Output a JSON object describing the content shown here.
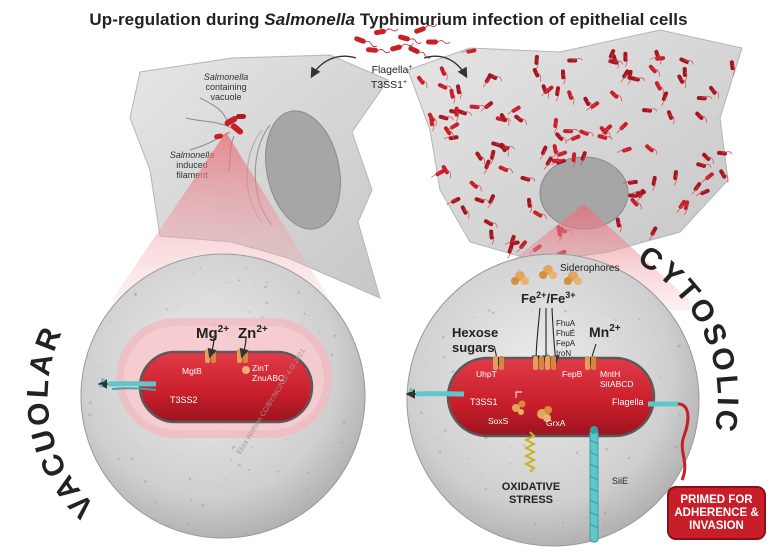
{
  "title": {
    "prefix": "Up-regulation during ",
    "italic": "Salmonella",
    "suffix": " Typhimurium infection of epithelial cells"
  },
  "top": {
    "flagella_label": "Flagella",
    "flagella_sup": "+",
    "t3ss1_label": "T3SS1",
    "t3ss1_sup": "+"
  },
  "left_cell": {
    "scv_italic": "Salmonella",
    "scv_line2": "containing",
    "scv_line3": "vacuole",
    "sif_italic": "Salmonella",
    "sif_line2": "induced",
    "sif_line3": "filament"
  },
  "vacuolar": {
    "heading": "VACUOLAR",
    "mg_ion": "Mg",
    "mg_charge": "2+",
    "zn_ion": "Zn",
    "zn_charge": "2+",
    "mgtb": "MgtB",
    "znt": "ZinT",
    "znuabc": "ZnuABC",
    "t3ss2": "T3SS2"
  },
  "cytosolic": {
    "heading": "CYTOSOLIC",
    "siderophores": "Siderophores",
    "fe2": "Fe",
    "fe2_charge": "2+",
    "slash": "/",
    "fe3": "Fe",
    "fe3_charge": "3+",
    "hexose_line1": "Hexose",
    "hexose_line2": "sugars",
    "mn_ion": "Mn",
    "mn_charge": "2+",
    "iron_receptors": [
      "FhuA",
      "FhuE",
      "FepA",
      "IroN"
    ],
    "uhpt": "UhpT",
    "fepb": "FepB",
    "mnth": "MntH",
    "sitabcd": "SitABCD",
    "t3ss1": "T3SS1",
    "flagella": "Flagella",
    "soxs": "SoxS",
    "grxa": "GrxA",
    "oxidative_line1": "OXIDATIVE",
    "oxidative_line2": "STRESS",
    "siie": "SiiE"
  },
  "badge": {
    "line1": "PRIMED FOR",
    "line2": "ADHERENCE &",
    "line3": "INVASION"
  },
  "credit": "Eliza Wolfson CC/BY/NC/ND/ 4.0/ 2021",
  "colors": {
    "bacteria": "#cc1f2d",
    "bacteria_dark": "#8e1019",
    "halo": "#f3b8bd",
    "sphere": "#d4d4d4",
    "cell": "#d6d6d6",
    "nucleus": "#a9a9a9",
    "transporter": "#e0a060",
    "t3ss": "#5fc7c9",
    "badge": "#c81e2a"
  }
}
